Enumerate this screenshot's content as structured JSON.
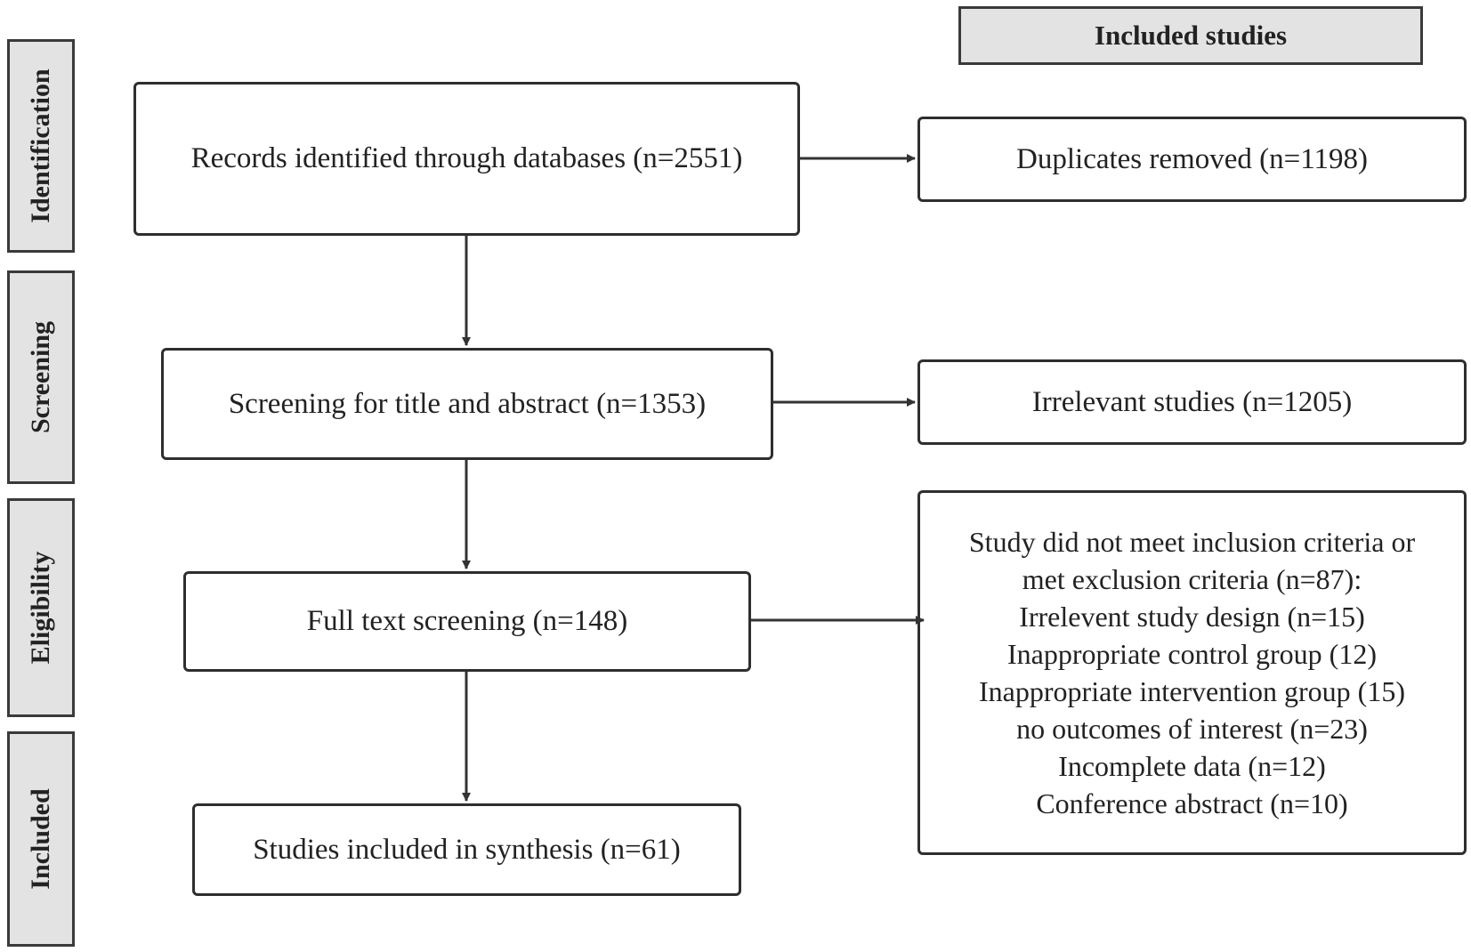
{
  "header": {
    "title": "Included studies"
  },
  "stages": [
    "Identification",
    "Screening",
    "Eligibility",
    "Included"
  ],
  "flow": {
    "records": "Records identified through databases (n=2551)",
    "screening": "Screening for title and abstract (n=1353)",
    "fulltext": "Full text screening (n=148)",
    "included": "Studies included in synthesis (n=61)"
  },
  "exclusions": {
    "duplicates": "Duplicates removed (n=1198)",
    "irrelevant": "Irrelevant studies (n=1205)",
    "criteria": {
      "lines": [
        "Study did not meet inclusion criteria or",
        "met exclusion criteria (n=87):",
        "Irrelevent study design (n=15)",
        "Inappropriate control group (12)",
        "Inappropriate intervention group (15)",
        "no outcomes of interest (n=23)",
        "Incomplete data (n=12)",
        "Conference abstract (n=10)"
      ]
    }
  }
}
